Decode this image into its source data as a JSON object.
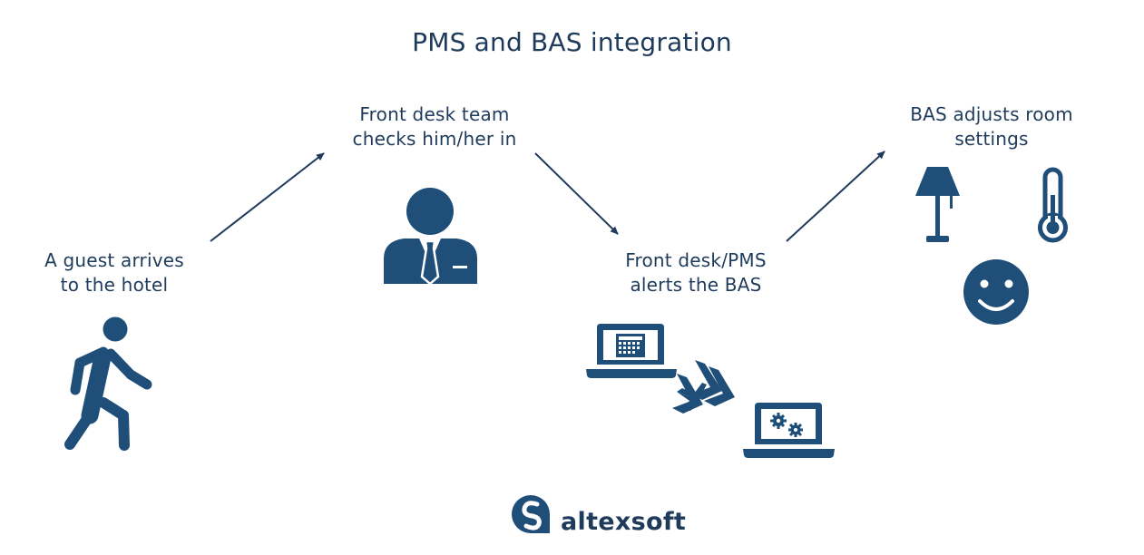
{
  "title": "PMS and BAS integration",
  "steps": [
    {
      "line1": "A guest arrives",
      "line2": "to the hotel"
    },
    {
      "line1": "Front desk team",
      "line2": "checks him/her in"
    },
    {
      "line1": "Front desk/PMS",
      "line2": "alerts the BAS"
    },
    {
      "line1": "BAS adjusts room",
      "line2": "settings"
    }
  ],
  "icons": [
    "walking-person-icon",
    "receptionist-icon",
    "pms-laptop-icon",
    "chevrons-icon",
    "bas-laptop-icon",
    "lamp-icon",
    "thermometer-icon",
    "smiley-icon"
  ],
  "logo": {
    "name": "altexsoft"
  },
  "colors": {
    "primary": "#1f4e79",
    "text": "#1f3b5c",
    "background": "#ffffff"
  }
}
